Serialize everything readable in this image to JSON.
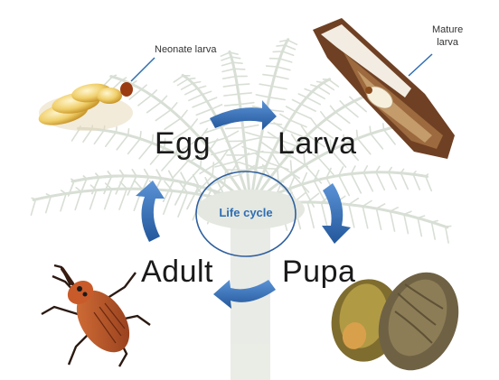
{
  "center_label": "Life cycle",
  "stages": {
    "egg": "Egg",
    "larva": "Larva",
    "pupa": "Pupa",
    "adult": "Adult"
  },
  "callouts": {
    "neonate": "Neonate larva",
    "mature_line1": "Mature",
    "mature_line2": "larva"
  },
  "colors": {
    "arrow": "#2e6db4",
    "circle": "#2f5f9e",
    "callout_line": "#2e6db4",
    "palm_leaf": "#b8c4b0"
  },
  "icons": {
    "background": "palm-tree-illustration",
    "egg_photo": "eggs-with-neonate-larva",
    "larva_photo": "mature-larva-in-trunk",
    "pupa_photo": "pupa-cocoons",
    "adult_photo": "red-palm-weevil"
  }
}
